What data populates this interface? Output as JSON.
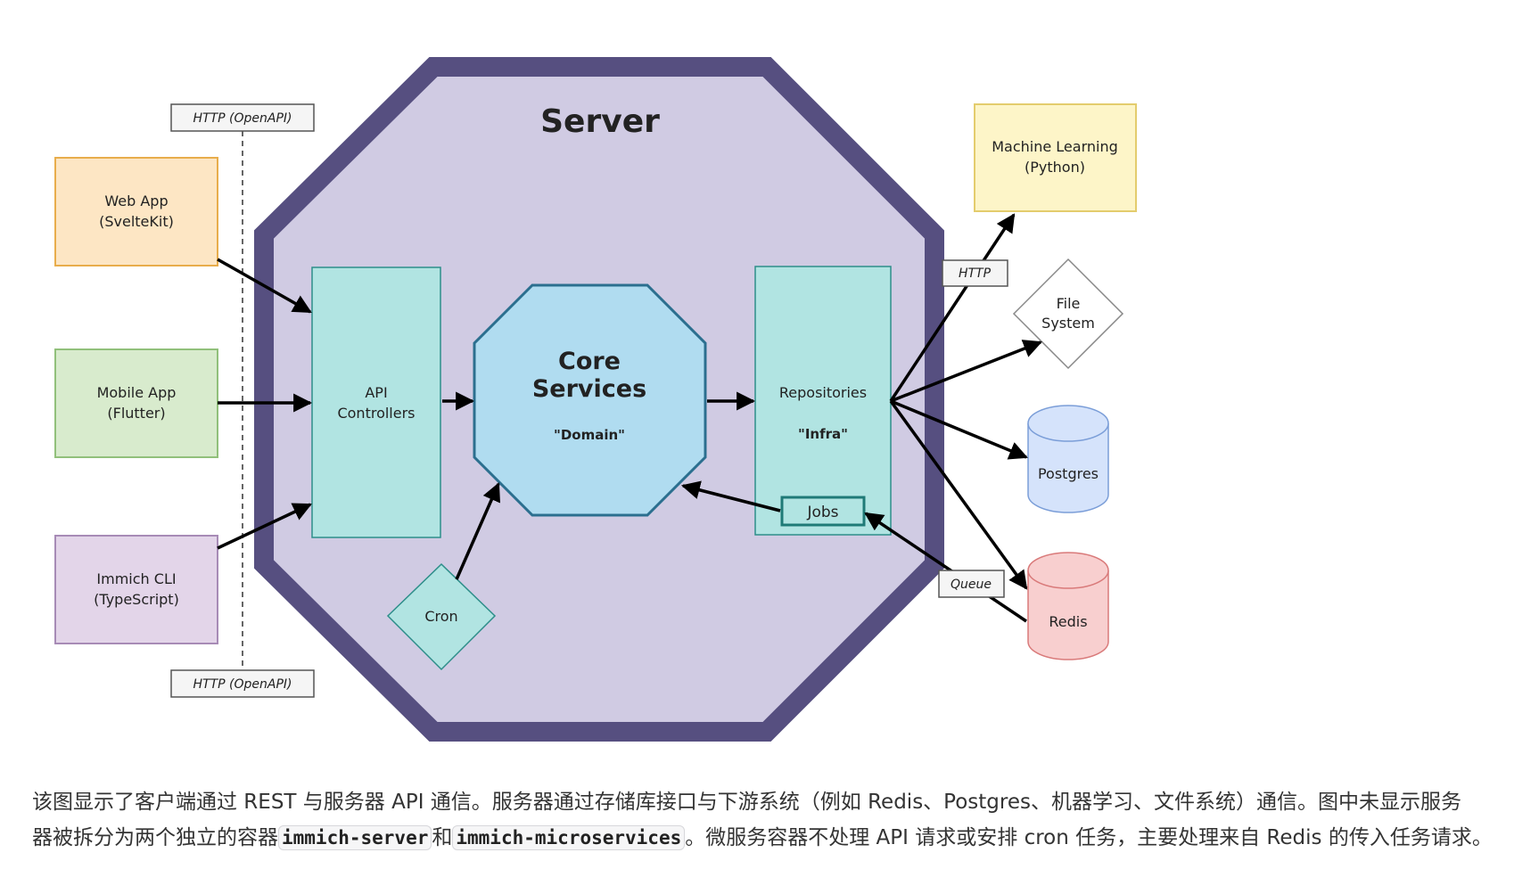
{
  "diagram": {
    "server": {
      "title": "Server"
    },
    "api_controllers": {
      "line1": "API",
      "line2": "Controllers"
    },
    "core_services": {
      "line1": "Core",
      "line2": "Services",
      "sub": "\"Domain\""
    },
    "repositories": {
      "line1": "Repositories",
      "sub": "\"Infra\""
    },
    "jobs": {
      "label": "Jobs"
    },
    "cron": {
      "label": "Cron"
    },
    "http_openapi_top": {
      "label": "HTTP (OpenAPI)"
    },
    "http_openapi_bottom": {
      "label": "HTTP (OpenAPI)"
    },
    "http_ml": {
      "label": "HTTP"
    },
    "queue": {
      "label": "Queue"
    },
    "web_app": {
      "line1": "Web App",
      "line2": "(SvelteKit)"
    },
    "mobile_app": {
      "line1": "Mobile App",
      "line2": "(Flutter)"
    },
    "immich_cli": {
      "line1": "Immich CLI",
      "line2": "(TypeScript)"
    },
    "machine_learning": {
      "line1": "Machine Learning",
      "line2": "(Python)"
    },
    "file_system": {
      "line1": "File",
      "line2": "System"
    },
    "postgres": {
      "label": "Postgres"
    },
    "redis": {
      "label": "Redis"
    }
  },
  "caption": {
    "line1": "该图显示了客户端通过 REST 与服务器 API 通信。服务器通过存储库接口与下游系统（例如 Redis、Postgres、机器学习、文件系统）通信。图中未显示服务",
    "line2_a": "器被拆分为两个独立的容器",
    "code_a": "immich-server",
    "line2_b": "和",
    "code_b": "immich-microservices",
    "line2_c": "。微服务容器不处理 API 请求或安排 cron 任务，主要处理来自 Redis 的传入任务请求。"
  }
}
